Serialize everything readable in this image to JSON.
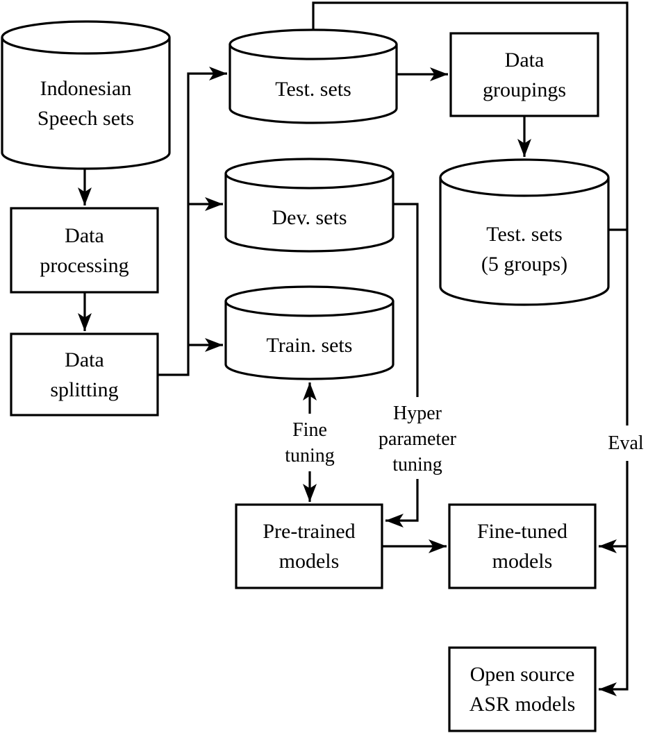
{
  "colors": {
    "ink": "#000000",
    "background": "#ffffff"
  },
  "diagram": {
    "nodes": {
      "indonesian_speech_sets": "Indonesian\nSpeech sets",
      "data_processing": "Data\nprocessing",
      "data_splitting": "Data\nsplitting",
      "test_sets": "Test. sets",
      "dev_sets": "Dev. sets",
      "train_sets": "Train. sets",
      "data_groupings": "Data\ngroupings",
      "test_sets_5_groups": "Test. sets\n(5 groups)",
      "pre_trained_models": "Pre-trained\nmodels",
      "fine_tuned_models": "Fine-tuned\nmodels",
      "open_source_asr_models": "Open source\nASR models"
    },
    "edge_labels": {
      "fine_tuning": "Fine\ntuning",
      "hyper_parameter_tuning": "Hyper\nparameter\ntuning",
      "eval": "Eval"
    }
  }
}
